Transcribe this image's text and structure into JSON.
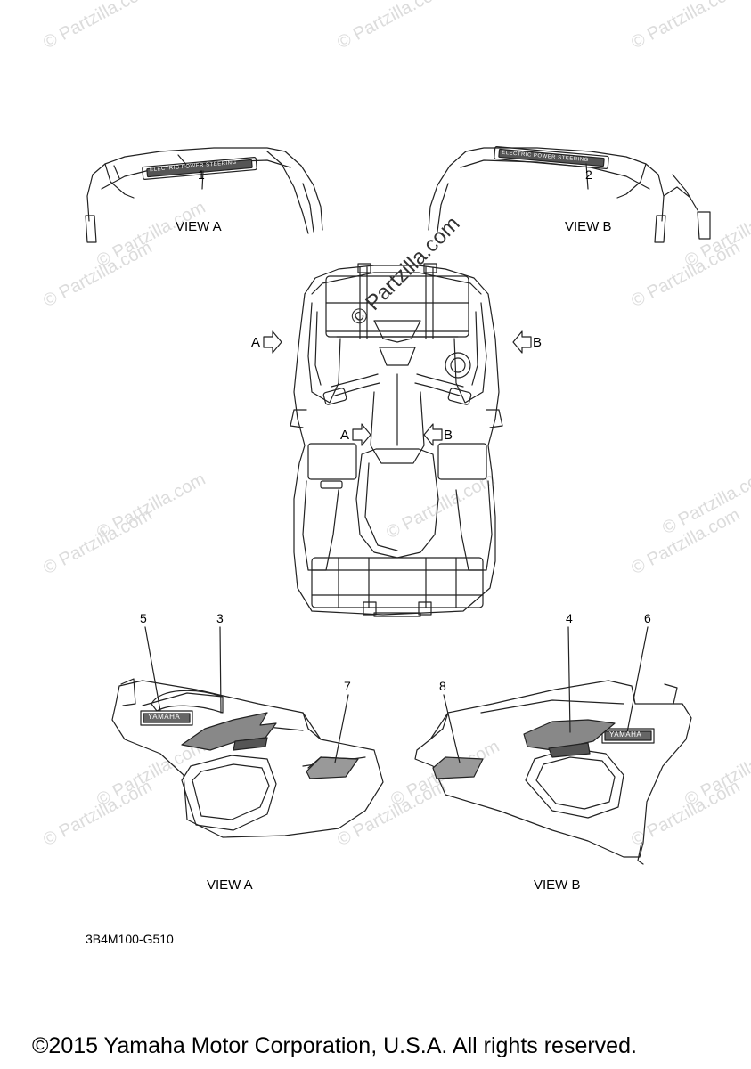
{
  "watermark": {
    "text": "© Partzilla.com",
    "center_text": "© Partzilla.com"
  },
  "views": {
    "top_left": "VIEW A",
    "top_right": "VIEW B",
    "bottom_left": "VIEW A",
    "bottom_right": "VIEW B"
  },
  "arrows": {
    "a": "A",
    "b": "B"
  },
  "callouts": [
    "1",
    "2",
    "3",
    "4",
    "5",
    "6",
    "7",
    "8"
  ],
  "decal_text": {
    "eps": "ELECTRIC POWER STEERING",
    "yamaha": "YAMAHA"
  },
  "drawing_code": "3B4M100-G510",
  "copyright": "©2015 Yamaha Motor Corporation, U.S.A. All rights reserved."
}
